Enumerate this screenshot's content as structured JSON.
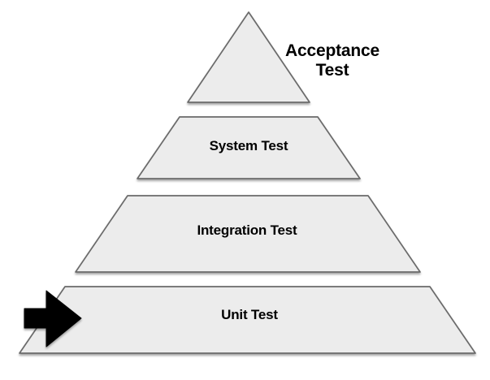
{
  "pyramid": {
    "levels": [
      {
        "label": "Acceptance Test",
        "placement": "outside-right",
        "shape": "triangle"
      },
      {
        "label": "System Test",
        "placement": "inside",
        "shape": "trapezoid"
      },
      {
        "label": "Integration Test",
        "placement": "inside",
        "shape": "trapezoid"
      },
      {
        "label": "Unit Test",
        "placement": "inside",
        "shape": "trapezoid",
        "marker_icon": "arrow-right-icon"
      }
    ]
  },
  "colors": {
    "shape-fill": "#ececec",
    "shape-stroke": "#6b6b6b",
    "arrow": "#000000",
    "text": "#000000",
    "background": "#ffffff"
  }
}
